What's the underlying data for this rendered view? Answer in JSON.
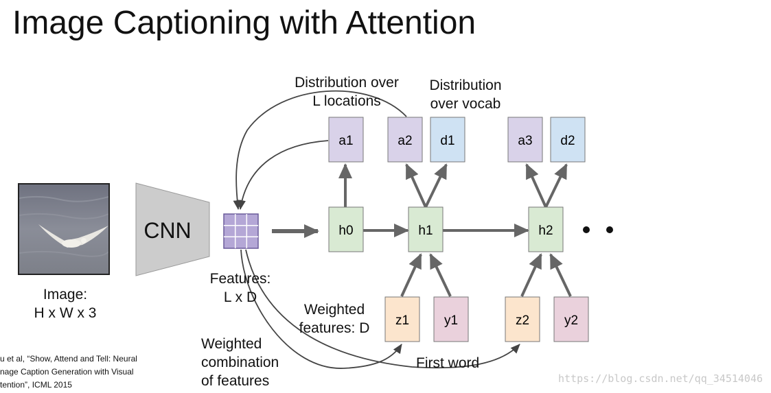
{
  "title": "Image Captioning with Attention",
  "input": {
    "label_line1": "Image:",
    "label_line2": "H x W x 3"
  },
  "cnn": {
    "label": "CNN"
  },
  "features": {
    "label_line1": "Features:",
    "label_line2": "L x D"
  },
  "annotations": {
    "dist_locations_line1": "Distribution over",
    "dist_locations_line2": "L locations",
    "dist_vocab_line1": "Distribution",
    "dist_vocab_line2": "over vocab",
    "weighted_features_line1": "Weighted",
    "weighted_features_line2": "features: D",
    "weighted_combination_line1": "Weighted",
    "weighted_combination_line2": "combination",
    "weighted_combination_line3": "of features",
    "first_word": "First word"
  },
  "nodes": {
    "a1": "a1",
    "a2": "a2",
    "d1": "d1",
    "a3": "a3",
    "d2": "d2",
    "h0": "h0",
    "h1": "h1",
    "h2": "h2",
    "z1": "z1",
    "y1": "y1",
    "z2": "z2",
    "y2": "y2"
  },
  "citation": {
    "line1": "u et al, “Show, Attend and Tell: Neural",
    "line2": "nage Caption Generation with Visual",
    "line3": "tention”, ICML 2015"
  },
  "watermark": "https://blog.csdn.net/qq_34514046",
  "colors": {
    "hidden": "#d9ead3",
    "attention": "#d9d2e9",
    "vocab": "#cfe2f3",
    "context": "#fce5cd",
    "word": "#ead1dc",
    "arrow": "#666666",
    "cnn": "#cccccc",
    "grid": "#b4a7d6"
  }
}
